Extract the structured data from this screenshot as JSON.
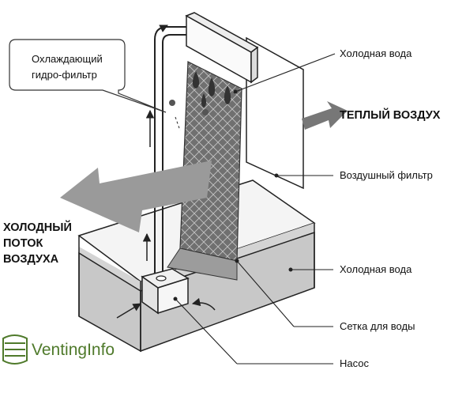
{
  "labels": {
    "cooling_filter_line1": "Охлаждающий",
    "cooling_filter_line2": "гидро-фильтр",
    "cold_water_top": "Холодная вода",
    "warm_air": "ТЕПЛЫЙ ВОЗДУХ",
    "air_filter": "Воздушный фильтр",
    "cold_air_line1": "ХОЛОДНЫЙ",
    "cold_air_line2": "ПОТОК",
    "cold_air_line3": "ВОЗДУХА",
    "cold_water_bottom": "Холодная вода",
    "water_mesh": "Сетка для воды",
    "pump": "Насос"
  },
  "logo": {
    "text": "VentingInfo",
    "color": "#4f7a2b",
    "icon": "leaf-vent-icon"
  },
  "colors": {
    "water": "#c8c8c8",
    "big_arrow": "#9a9a9a",
    "mesh": "#6e6e6e",
    "outline": "#222222"
  }
}
